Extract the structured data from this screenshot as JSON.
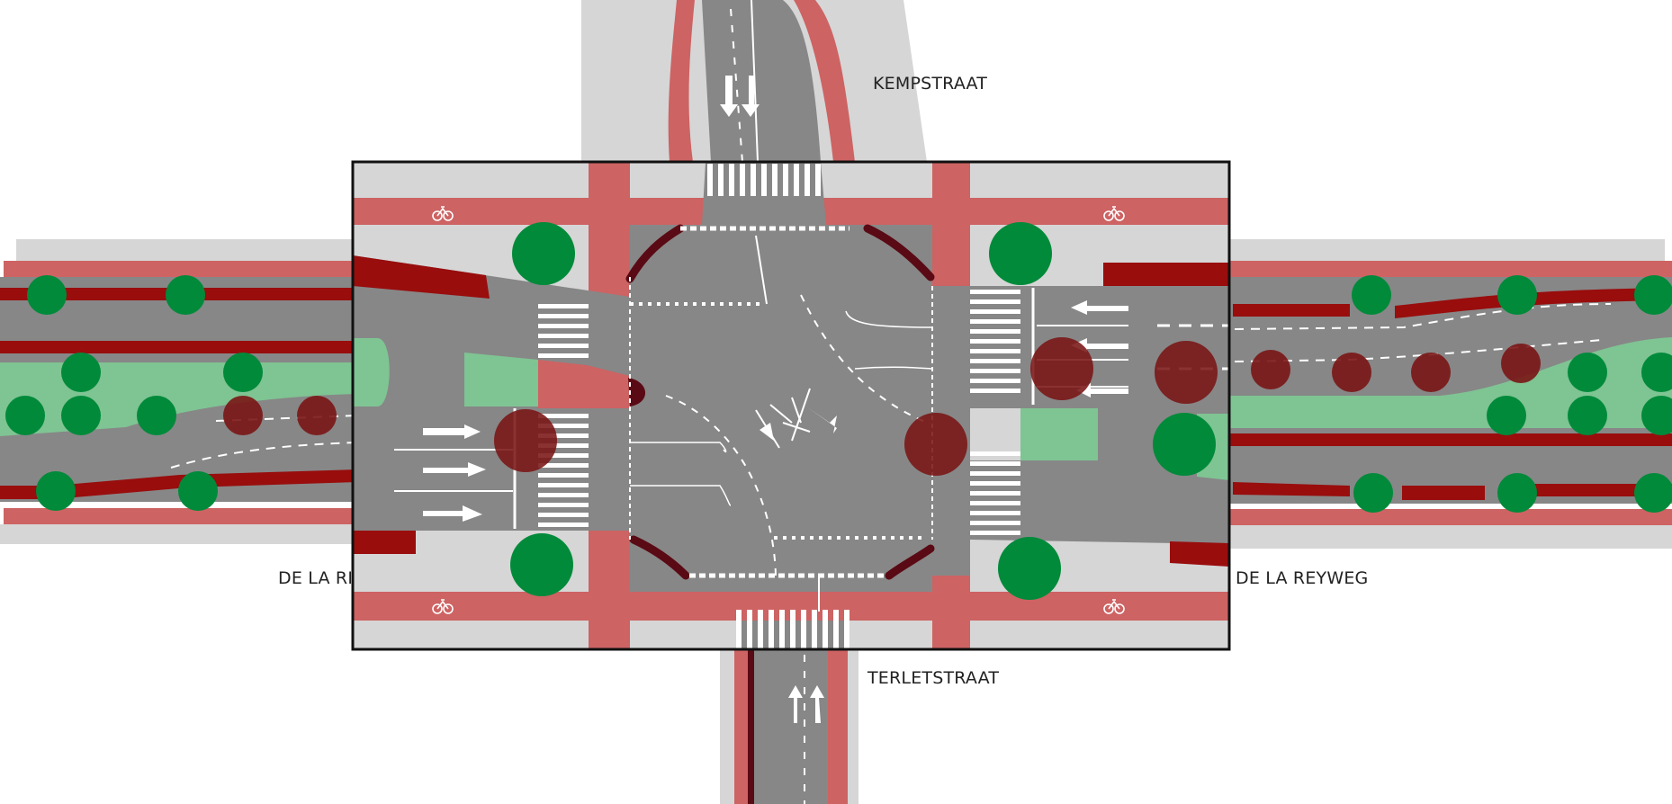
{
  "map": {
    "street_labels": {
      "north": "KEMPSTRAAT",
      "east": "DE LA REYWEG",
      "south": "TERLETSTRAAT",
      "west": "DE LA REYWEG"
    },
    "colors": {
      "road": "#878787",
      "sidewalk": "#d6d6d6",
      "cycle_path": "#cd6363",
      "median_green": "#7fc493",
      "tree": "#008a3a",
      "removed_tree": "#7a1515",
      "kerb_dark_red": "#990d0d",
      "frame": "#111111",
      "marking": "#ffffff"
    },
    "icons": [
      "bicycle-icon",
      "arrow-icon",
      "tree-icon",
      "crosswalk-stripes-icon"
    ]
  }
}
